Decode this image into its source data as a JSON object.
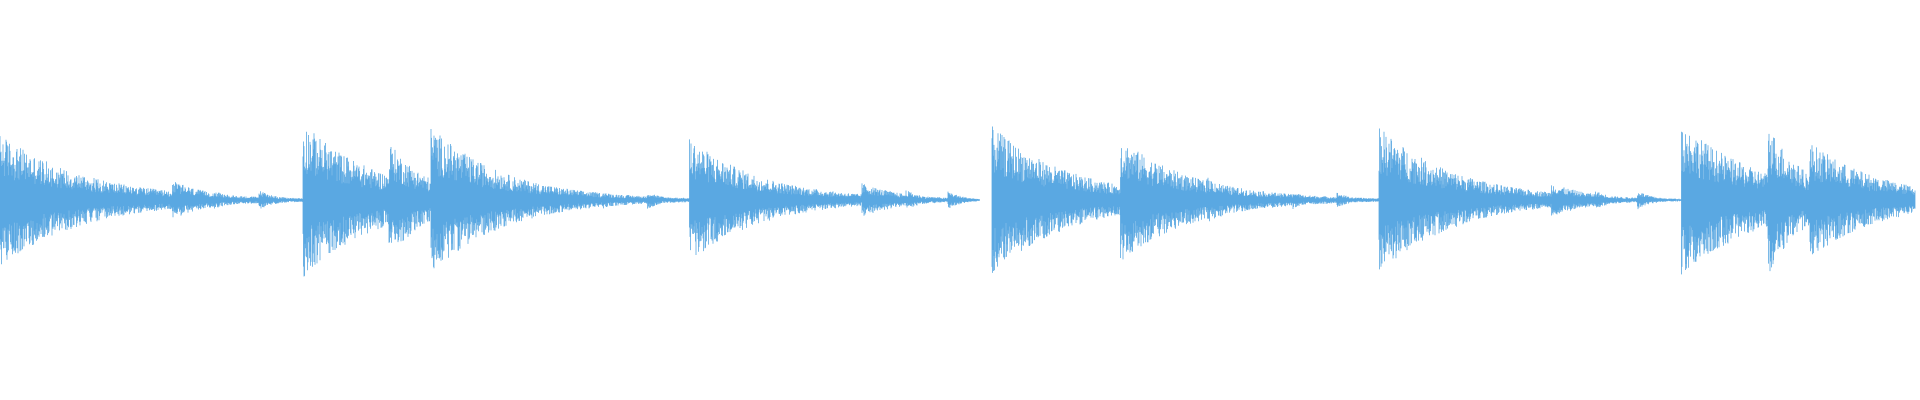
{
  "waveform": {
    "color": "#5aa8e2",
    "background": "#ffffff",
    "hits": [
      {
        "t": 0.0,
        "amp": 0.85,
        "decay": 0.045
      },
      {
        "t": 0.045,
        "amp": 0.12,
        "decay": 0.01
      },
      {
        "t": 0.068,
        "amp": 0.12,
        "decay": 0.008
      },
      {
        "t": 0.09,
        "amp": 0.25,
        "decay": 0.022
      },
      {
        "t": 0.112,
        "amp": 0.12,
        "decay": 0.01
      },
      {
        "t": 0.135,
        "amp": 0.13,
        "decay": 0.01
      },
      {
        "t": 0.158,
        "amp": 1.0,
        "decay": 0.04
      },
      {
        "t": 0.203,
        "amp": 0.75,
        "decay": 0.022
      },
      {
        "t": 0.225,
        "amp": 0.95,
        "decay": 0.038
      },
      {
        "t": 0.27,
        "amp": 0.25,
        "decay": 0.018
      },
      {
        "t": 0.292,
        "amp": 0.12,
        "decay": 0.01
      },
      {
        "t": 0.315,
        "amp": 0.12,
        "decay": 0.008
      },
      {
        "t": 0.338,
        "amp": 0.12,
        "decay": 0.008
      },
      {
        "t": 0.36,
        "amp": 0.8,
        "decay": 0.038
      },
      {
        "t": 0.405,
        "amp": 0.12,
        "decay": 0.01
      },
      {
        "t": 0.428,
        "amp": 0.12,
        "decay": 0.008
      },
      {
        "t": 0.45,
        "amp": 0.22,
        "decay": 0.022
      },
      {
        "t": 0.473,
        "amp": 0.13,
        "decay": 0.01
      },
      {
        "t": 0.495,
        "amp": 0.12,
        "decay": 0.008
      },
      {
        "t": 0.518,
        "amp": 0.95,
        "decay": 0.042
      },
      {
        "t": 0.563,
        "amp": 0.12,
        "decay": 0.01
      },
      {
        "t": 0.585,
        "amp": 0.8,
        "decay": 0.038
      },
      {
        "t": 0.63,
        "amp": 0.3,
        "decay": 0.022
      },
      {
        "t": 0.653,
        "amp": 0.13,
        "decay": 0.01
      },
      {
        "t": 0.675,
        "amp": 0.12,
        "decay": 0.008
      },
      {
        "t": 0.698,
        "amp": 0.1,
        "decay": 0.008
      },
      {
        "t": 0.72,
        "amp": 0.95,
        "decay": 0.04
      },
      {
        "t": 0.765,
        "amp": 0.12,
        "decay": 0.01
      },
      {
        "t": 0.788,
        "amp": 0.1,
        "decay": 0.008
      },
      {
        "t": 0.81,
        "amp": 0.22,
        "decay": 0.022
      },
      {
        "t": 0.833,
        "amp": 0.12,
        "decay": 0.01
      },
      {
        "t": 0.855,
        "amp": 0.13,
        "decay": 0.008
      },
      {
        "t": 0.878,
        "amp": 1.0,
        "decay": 0.042
      },
      {
        "t": 0.923,
        "amp": 1.0,
        "decay": 0.02
      },
      {
        "t": 0.945,
        "amp": 0.75,
        "decay": 0.038
      },
      {
        "t": 0.99,
        "amp": 0.15,
        "decay": 0.02
      }
    ]
  }
}
